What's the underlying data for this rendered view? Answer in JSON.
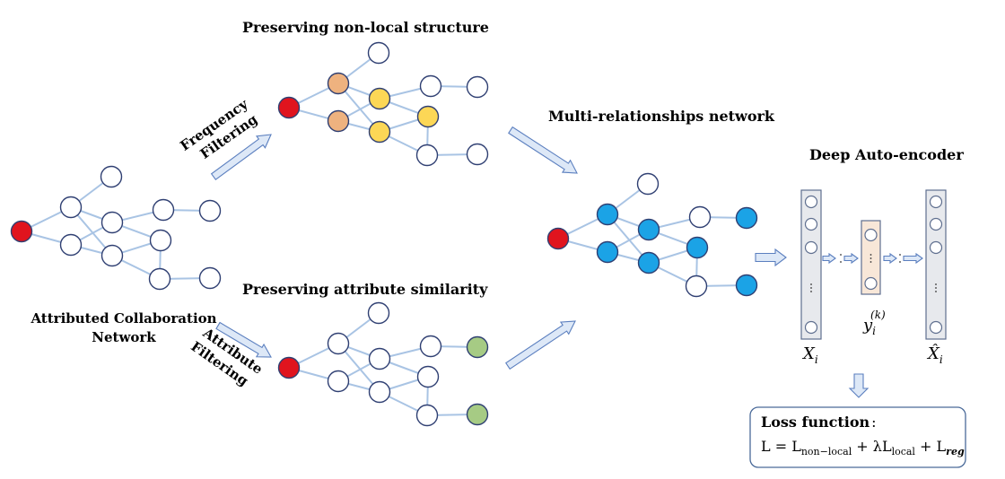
{
  "diagram": {
    "input_label": [
      "Attributed Collaboration",
      "Network"
    ],
    "frequency_filter_label": [
      "Frequency",
      "Filtering"
    ],
    "attribute_filter_label": [
      "Attribute",
      "Filtering"
    ],
    "panel_nonlocal_title": "Preserving non-local structure",
    "panel_attribute_title": "Preserving attribute similarity",
    "panel_multi_title": "Multi-relationships network",
    "panel_autoencoder_title": "Deep Auto-encoder",
    "encoder_input_label": "X",
    "encoder_input_sub": "i",
    "encoder_hidden_label": "y",
    "encoder_hidden_sub": "i",
    "encoder_hidden_sup": "(k)",
    "encoder_output_label": "X̂",
    "encoder_output_sub": "i",
    "loss_title": "Loss function",
    "loss_colon": ":",
    "loss_eq": {
      "lhs": "L = L",
      "term1_sub": "non−local",
      "plus1": " + λL",
      "term2_sub": "local",
      "plus2": " + L",
      "term3_sub": "reg"
    }
  },
  "colors": {
    "node_stroke": "#2f3f72",
    "edge": "#a9c4e4",
    "red": "#e0141e",
    "orange": "#eeb27f",
    "yellow": "#fcd756",
    "green": "#a6cb84",
    "blue": "#1ba3e6",
    "dashed_border": "#4a6a99",
    "arrow_fill": "#dde8f7",
    "arrow_stroke": "#5b7fbf",
    "vector_fill": "#e7e9ed",
    "vector_stroke": "#5f6f8f",
    "hidden_fill": "#f8e7d8"
  }
}
